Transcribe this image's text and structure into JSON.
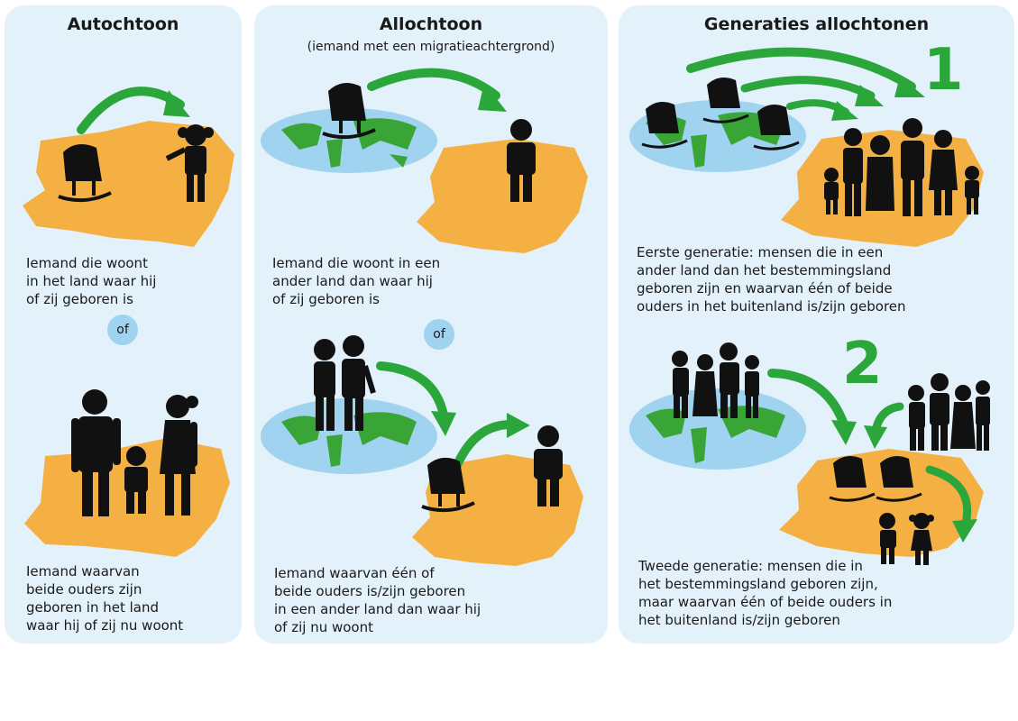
{
  "panels": [
    {
      "title": "Autochtoon",
      "text1": "Iemand die woont\nin het land waar hij\nof zij geboren is",
      "or": "of",
      "text2": "Iemand waarvan\nbeide ouders zijn\ngeboren in het land\nwaar hij of zij nu woont"
    },
    {
      "title": "Allochtoon",
      "subtitle": "(iemand met een migratieachtergrond)",
      "text1": "Iemand die woont in een\nander land dan waar hij\nof zij geboren is",
      "or": "of",
      "text2": "Iemand waarvan één of\nbeide ouders is/zijn geboren\nin een ander land dan waar hij\nof zij nu woont"
    },
    {
      "title": "Generaties allochtonen",
      "gen1_number": "1",
      "text1": "Eerste generatie: mensen die in een\nander land dan het bestemmingsland\ngeboren zijn en waarvan één of beide\nouders in het buitenland is/zijn geboren",
      "gen2_number": "2",
      "text2": "Tweede generatie: mensen die in\nhet bestemmingsland geboren zijn,\nmaar waarvan één of beide ouders in\nhet buitenland is/zijn geboren"
    }
  ],
  "colors": {
    "panel_bg": "#e3f1fa",
    "map": "#f5b043",
    "globe": "#9fd3ef",
    "land": "#3aa537",
    "arrow": "#2aa63a",
    "figure": "#111111"
  }
}
